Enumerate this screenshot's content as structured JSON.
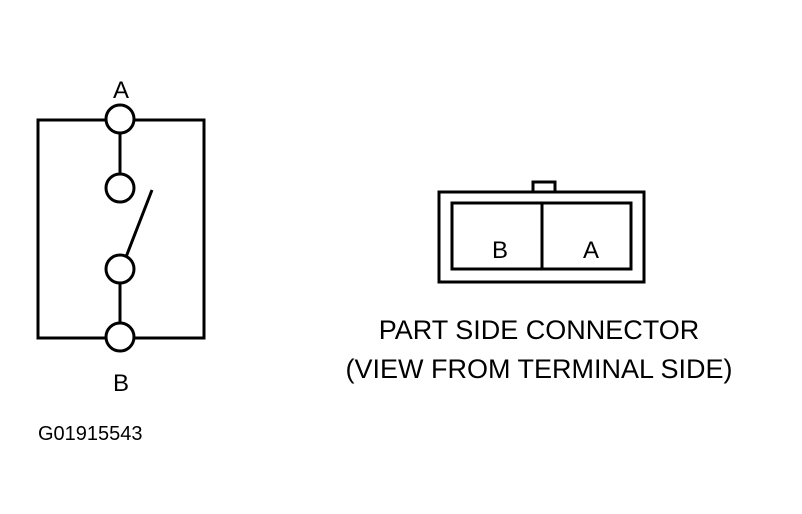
{
  "colors": {
    "ink": "#000000",
    "background": "#ffffff"
  },
  "switch_diagram": {
    "terminal_a_label": "A",
    "terminal_b_label": "B"
  },
  "connector": {
    "cavity_left_label": "B",
    "cavity_right_label": "A",
    "caption_line1": "PART SIDE CONNECTOR",
    "caption_line2": "(VIEW FROM TERMINAL SIDE)"
  },
  "figure_id": "G01915543"
}
